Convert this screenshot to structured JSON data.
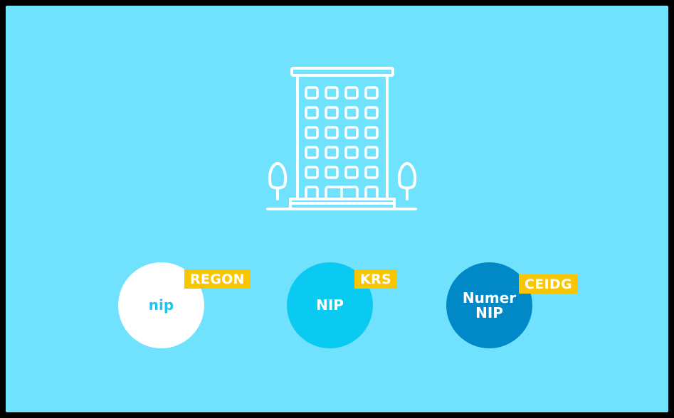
{
  "colors": {
    "background": "#70e2fe",
    "frame": "#000000",
    "illustration_stroke": "#ffffff",
    "badge": "#f7c600",
    "badge_text": "#ffffff"
  },
  "illustration": {
    "icon": "office-building-icon"
  },
  "options": [
    {
      "label": "nip",
      "badge": "REGON",
      "circle_color": "#ffffff",
      "text_color": "#1cc6ec"
    },
    {
      "label": "NIP",
      "badge": "KRS",
      "circle_color": "#0bcaf2",
      "text_color": "#ffffff"
    },
    {
      "label": "Numer NIP",
      "badge": "CEIDG",
      "circle_color": "#0188c7",
      "text_color": "#ffffff"
    }
  ]
}
